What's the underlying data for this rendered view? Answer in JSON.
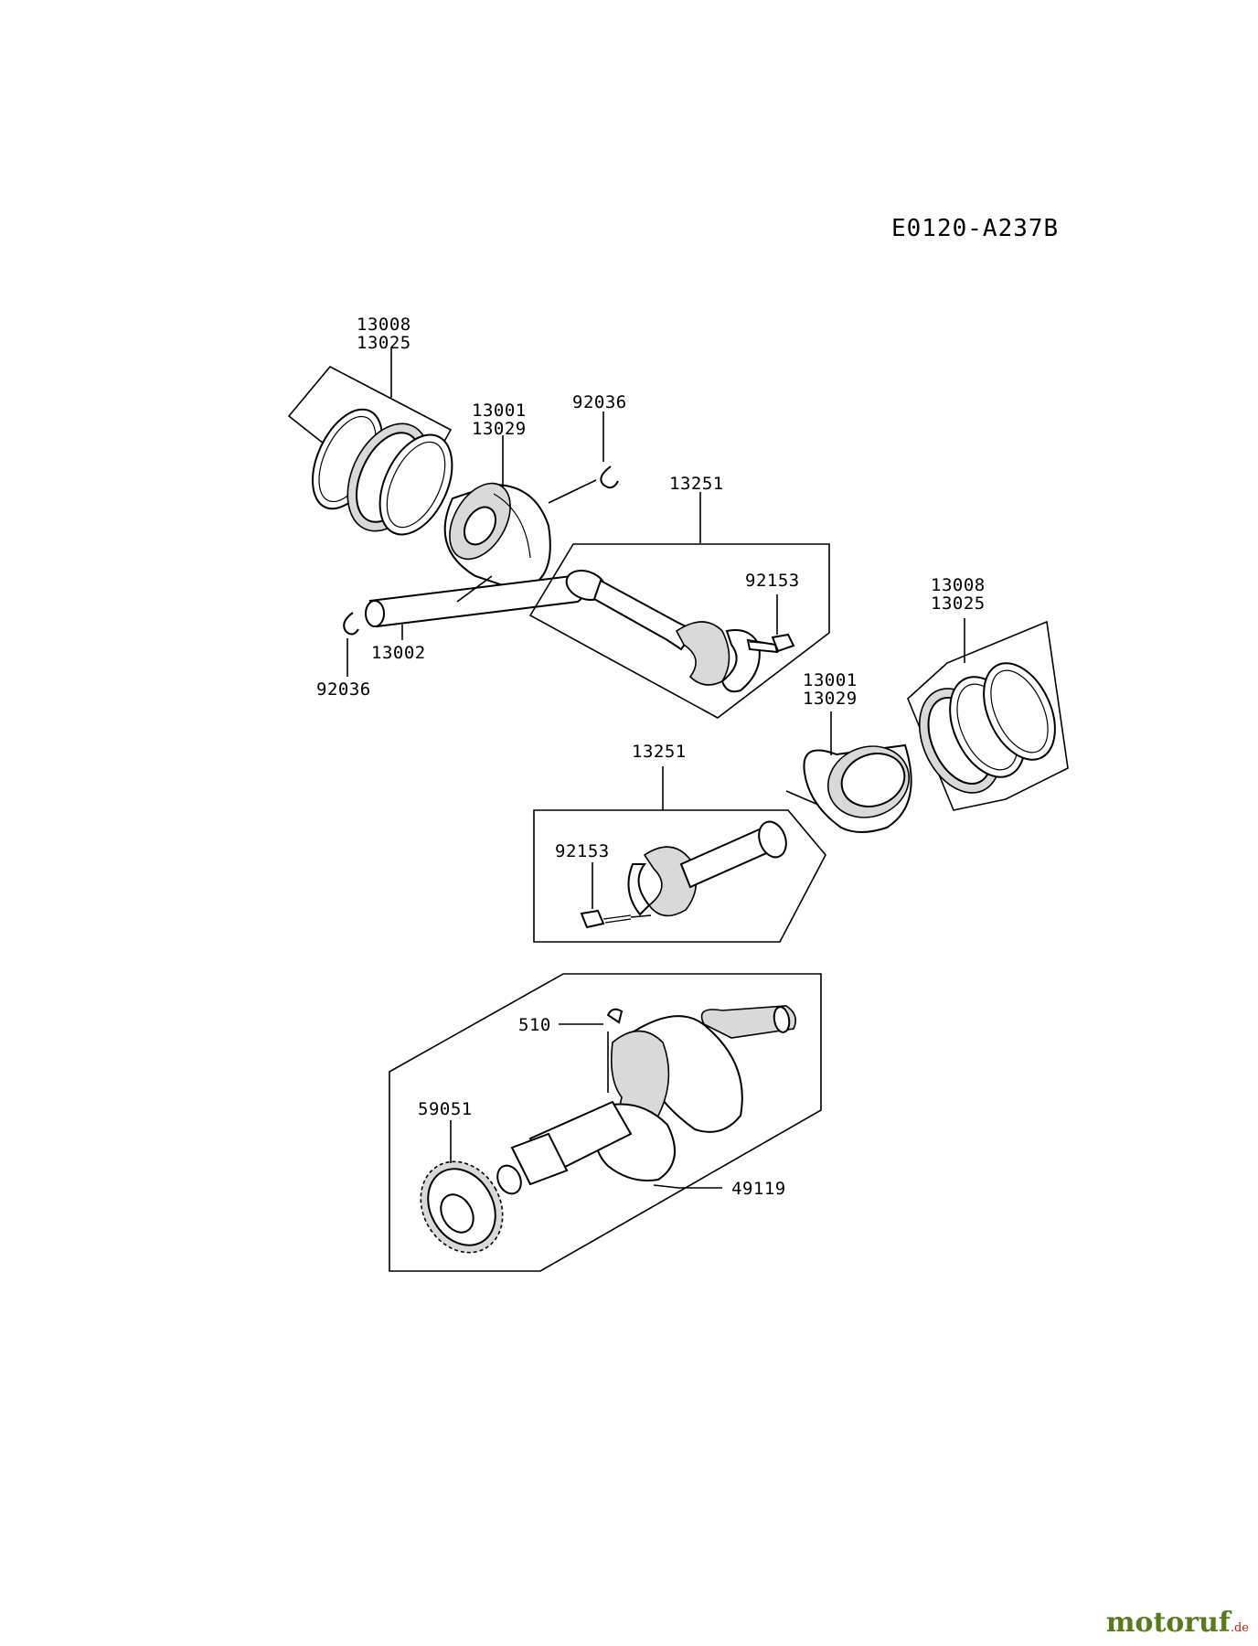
{
  "diagram_code": "E0120-A237B",
  "labels": {
    "rings_set_1_a": "13008",
    "rings_set_1_b": "13025",
    "piston_1_a": "13001",
    "piston_1_b": "13029",
    "circlip_top": "92036",
    "conrod_1": "13251",
    "bolt_1": "92153",
    "pin": "13002",
    "circlip_bottom": "92036",
    "rings_set_2_a": "13008",
    "rings_set_2_b": "13025",
    "piston_2_a": "13001",
    "piston_2_b": "13029",
    "conrod_2": "13251",
    "bolt_2": "92153",
    "key": "510",
    "gear": "59051",
    "crankshaft": "49119"
  },
  "watermark": {
    "brand": "motoruf",
    "tld": ".de"
  }
}
